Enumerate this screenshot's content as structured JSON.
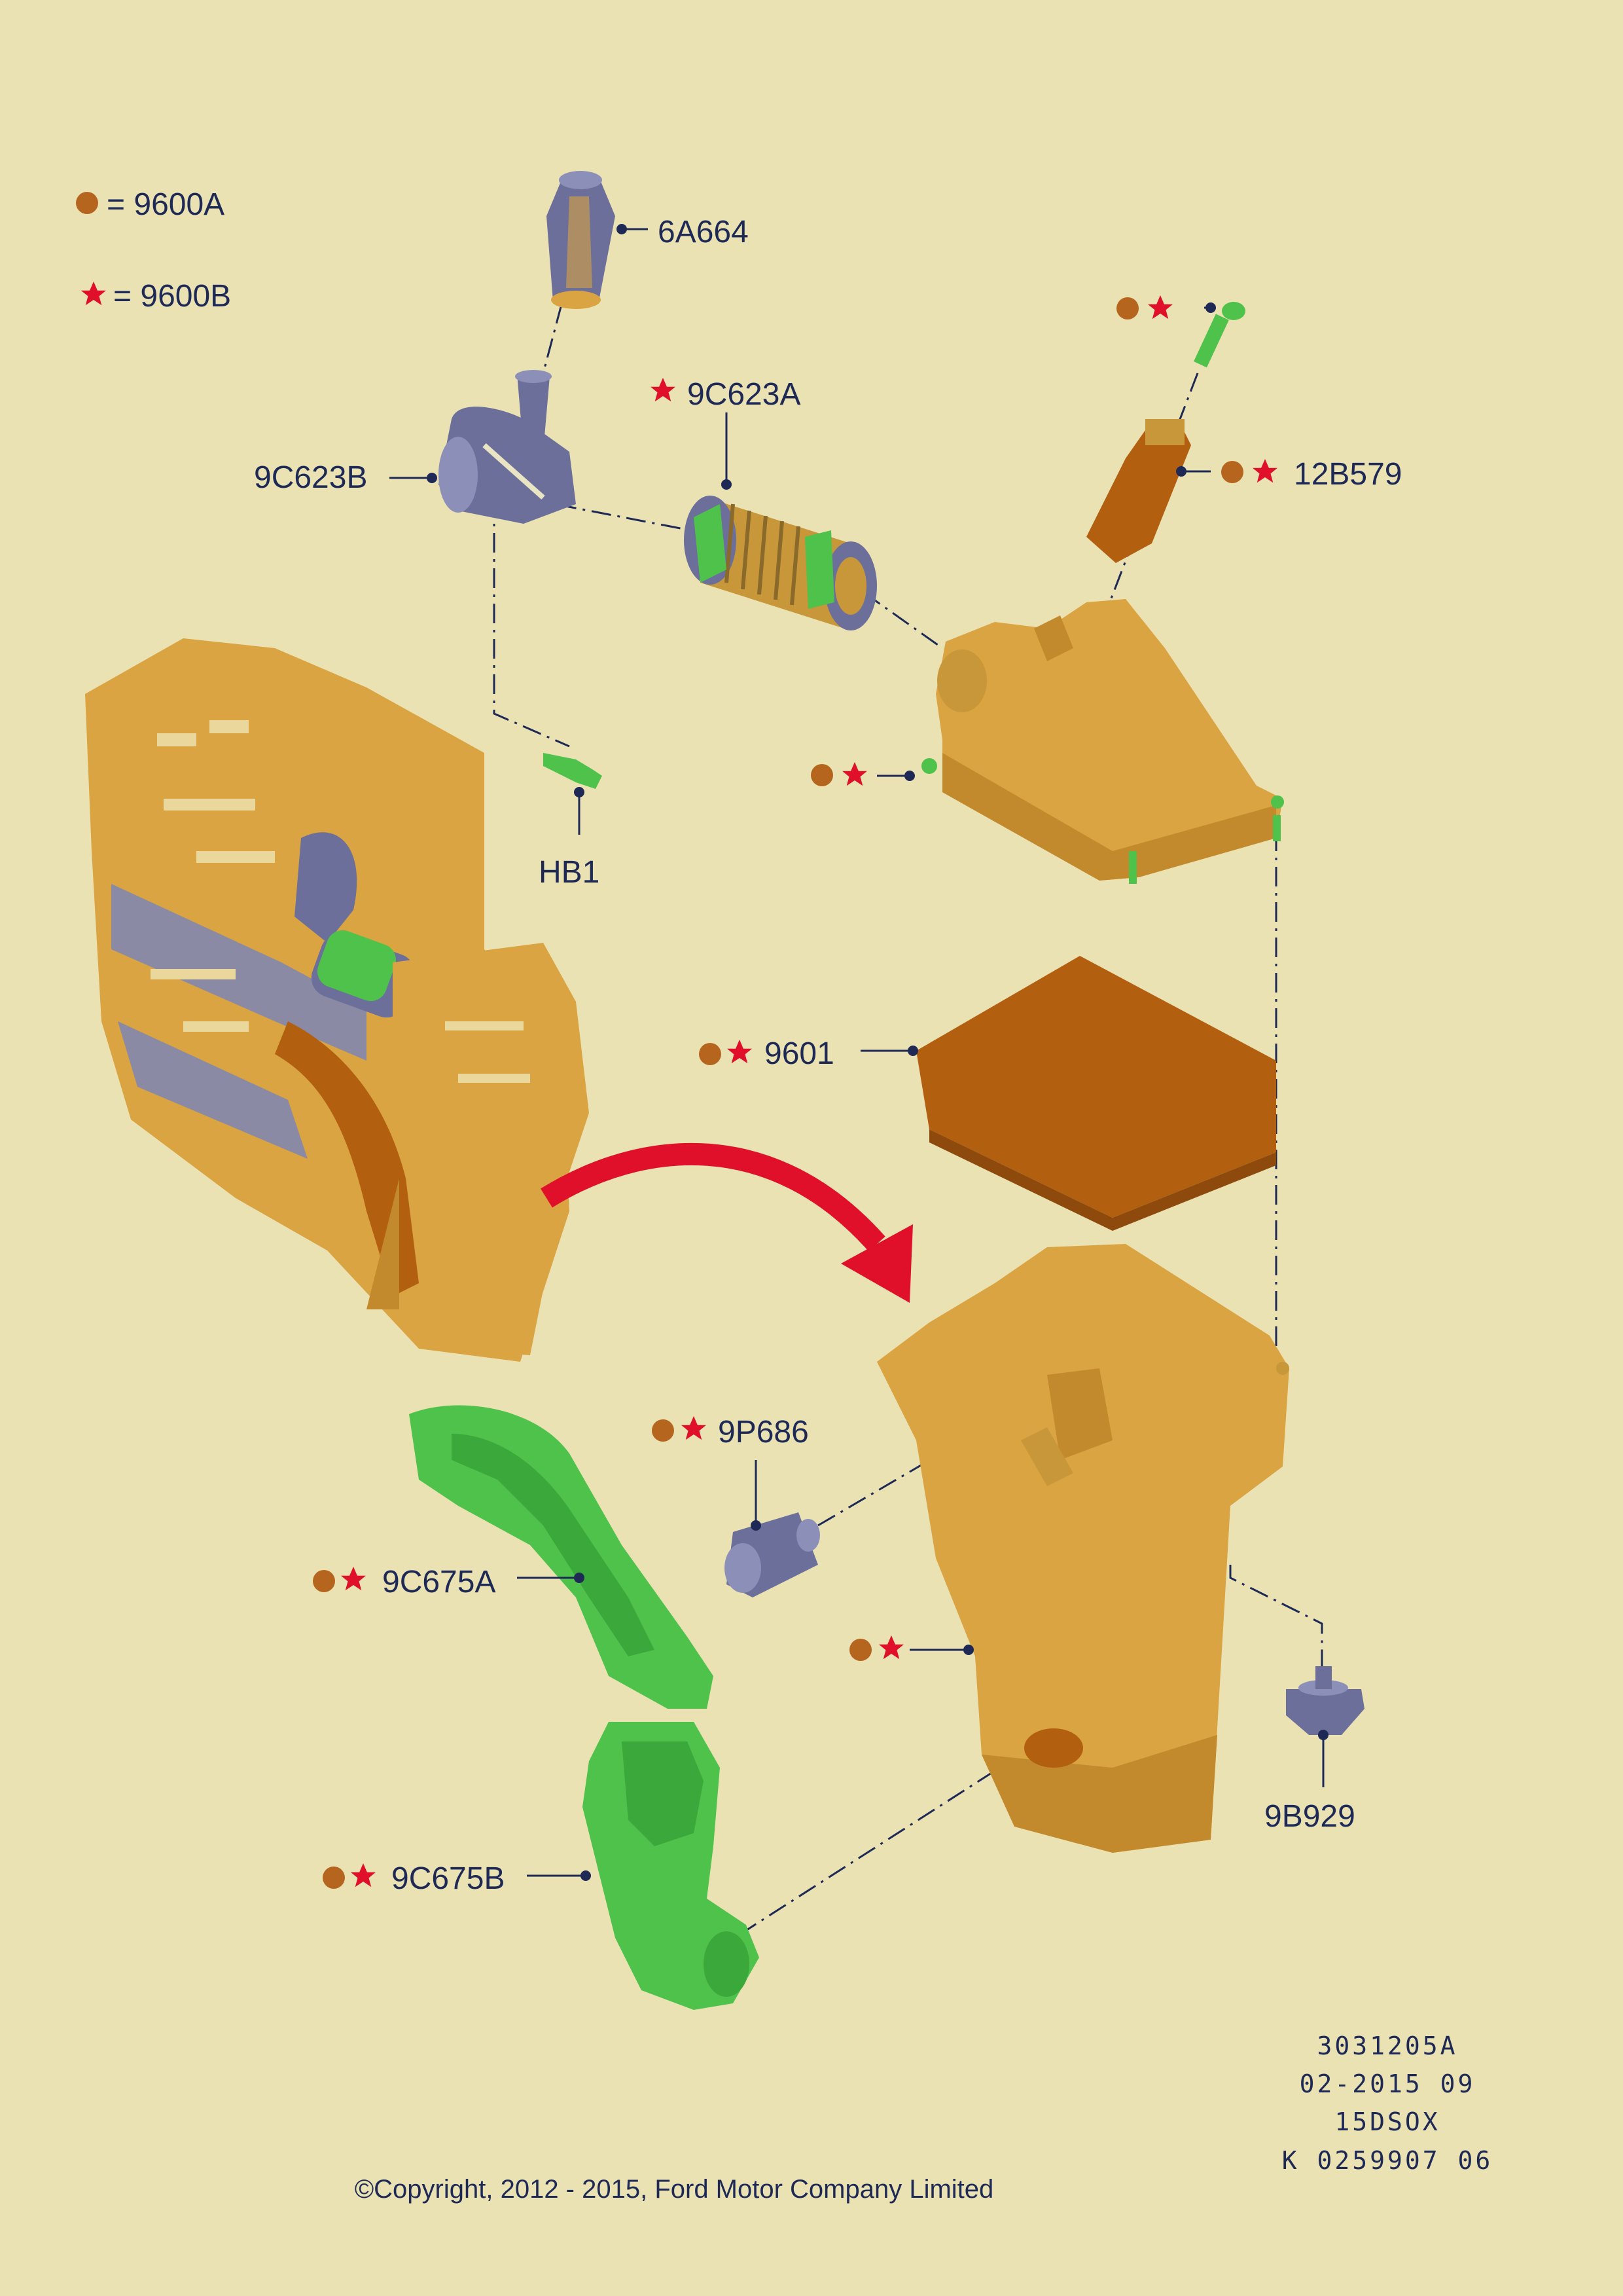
{
  "legend": [
    {
      "symbol": "circle",
      "text": "= 9600A",
      "color": "#b5651d"
    },
    {
      "symbol": "star",
      "text": "= 9600B",
      "color": "#e0102a"
    }
  ],
  "parts": {
    "p6a664": "6A664",
    "p9c623b": "9C623B",
    "p9c623a": "9C623A",
    "p12b579": "12B579",
    "hb1": "HB1",
    "p9601": "9601",
    "p9p686": "9P686",
    "p9c675a": "9C675A",
    "p9c675b": "9C675B",
    "p9b929": "9B929"
  },
  "codes": [
    "3031205A",
    "02-2015 09",
    "15DSOX",
    "K 0259907 06"
  ],
  "copyright": "©Copyright, 2012 - 2015, Ford Motor Company Limited",
  "colors": {
    "background": "#ebe2b4",
    "housing": "#d9a441",
    "filter": "#b35f10",
    "duct": "#4ec24a",
    "hose": "#6b6f9a",
    "marker_circle": "#b5651d",
    "marker_star": "#e0102a",
    "arrow": "#e0102a"
  }
}
